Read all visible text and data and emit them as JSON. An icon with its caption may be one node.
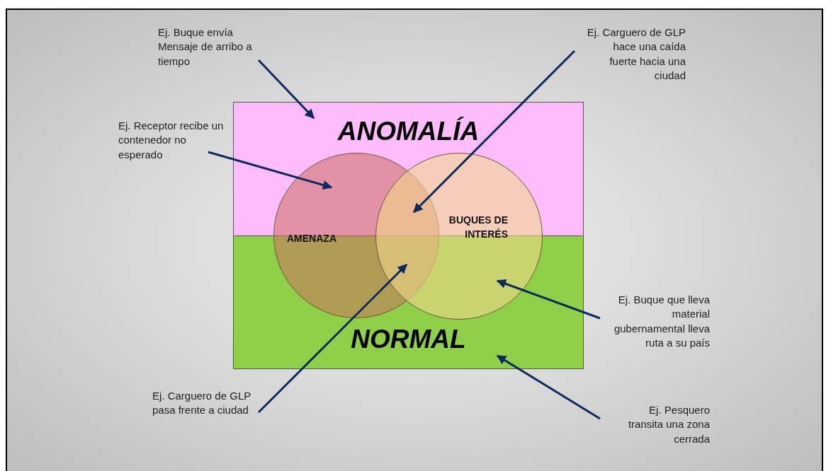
{
  "diagram": {
    "nodes": [
      {
        "text": [
          "ANOMALÍA"
        ]
      },
      {
        "text": [
          "NORMAL"
        ]
      },
      {
        "text": [
          "AMENAZA"
        ]
      },
      {
        "text": [
          "BUQUES DE INTERÉS"
        ]
      },
      {
        "text": [
          "Ej. Buque envía Mensaje de arribo a tiempo"
        ]
      },
      {
        "text": [
          "Ej. Receptor recibe un contenedor no esperado"
        ]
      },
      {
        "text": [
          "Ej. Carguero de GLP hace una caída fuerte hacia una ciudad"
        ]
      },
      {
        "text": [
          "Ej. Carguero de GLP pasa frente a ciudad"
        ]
      },
      {
        "text": [
          "Ej. Buque que lleva material gubernamental lleva ruta a su país"
        ]
      },
      {
        "text": [
          "Ej. Pesquero transita una zona cerrada"
        ]
      }
    ],
    "edges": [
      {
        "from": 4,
        "to": 0,
        "arrow": "to"
      },
      {
        "from": 5,
        "to": 2,
        "arrow": "to"
      },
      {
        "from": 6,
        "to": 2,
        "arrow": "to"
      },
      {
        "from": 7,
        "to": 2,
        "arrow": "to"
      },
      {
        "from": 8,
        "to": 3,
        "arrow": "to"
      },
      {
        "from": 9,
        "to": 1,
        "arrow": "to"
      }
    ]
  }
}
